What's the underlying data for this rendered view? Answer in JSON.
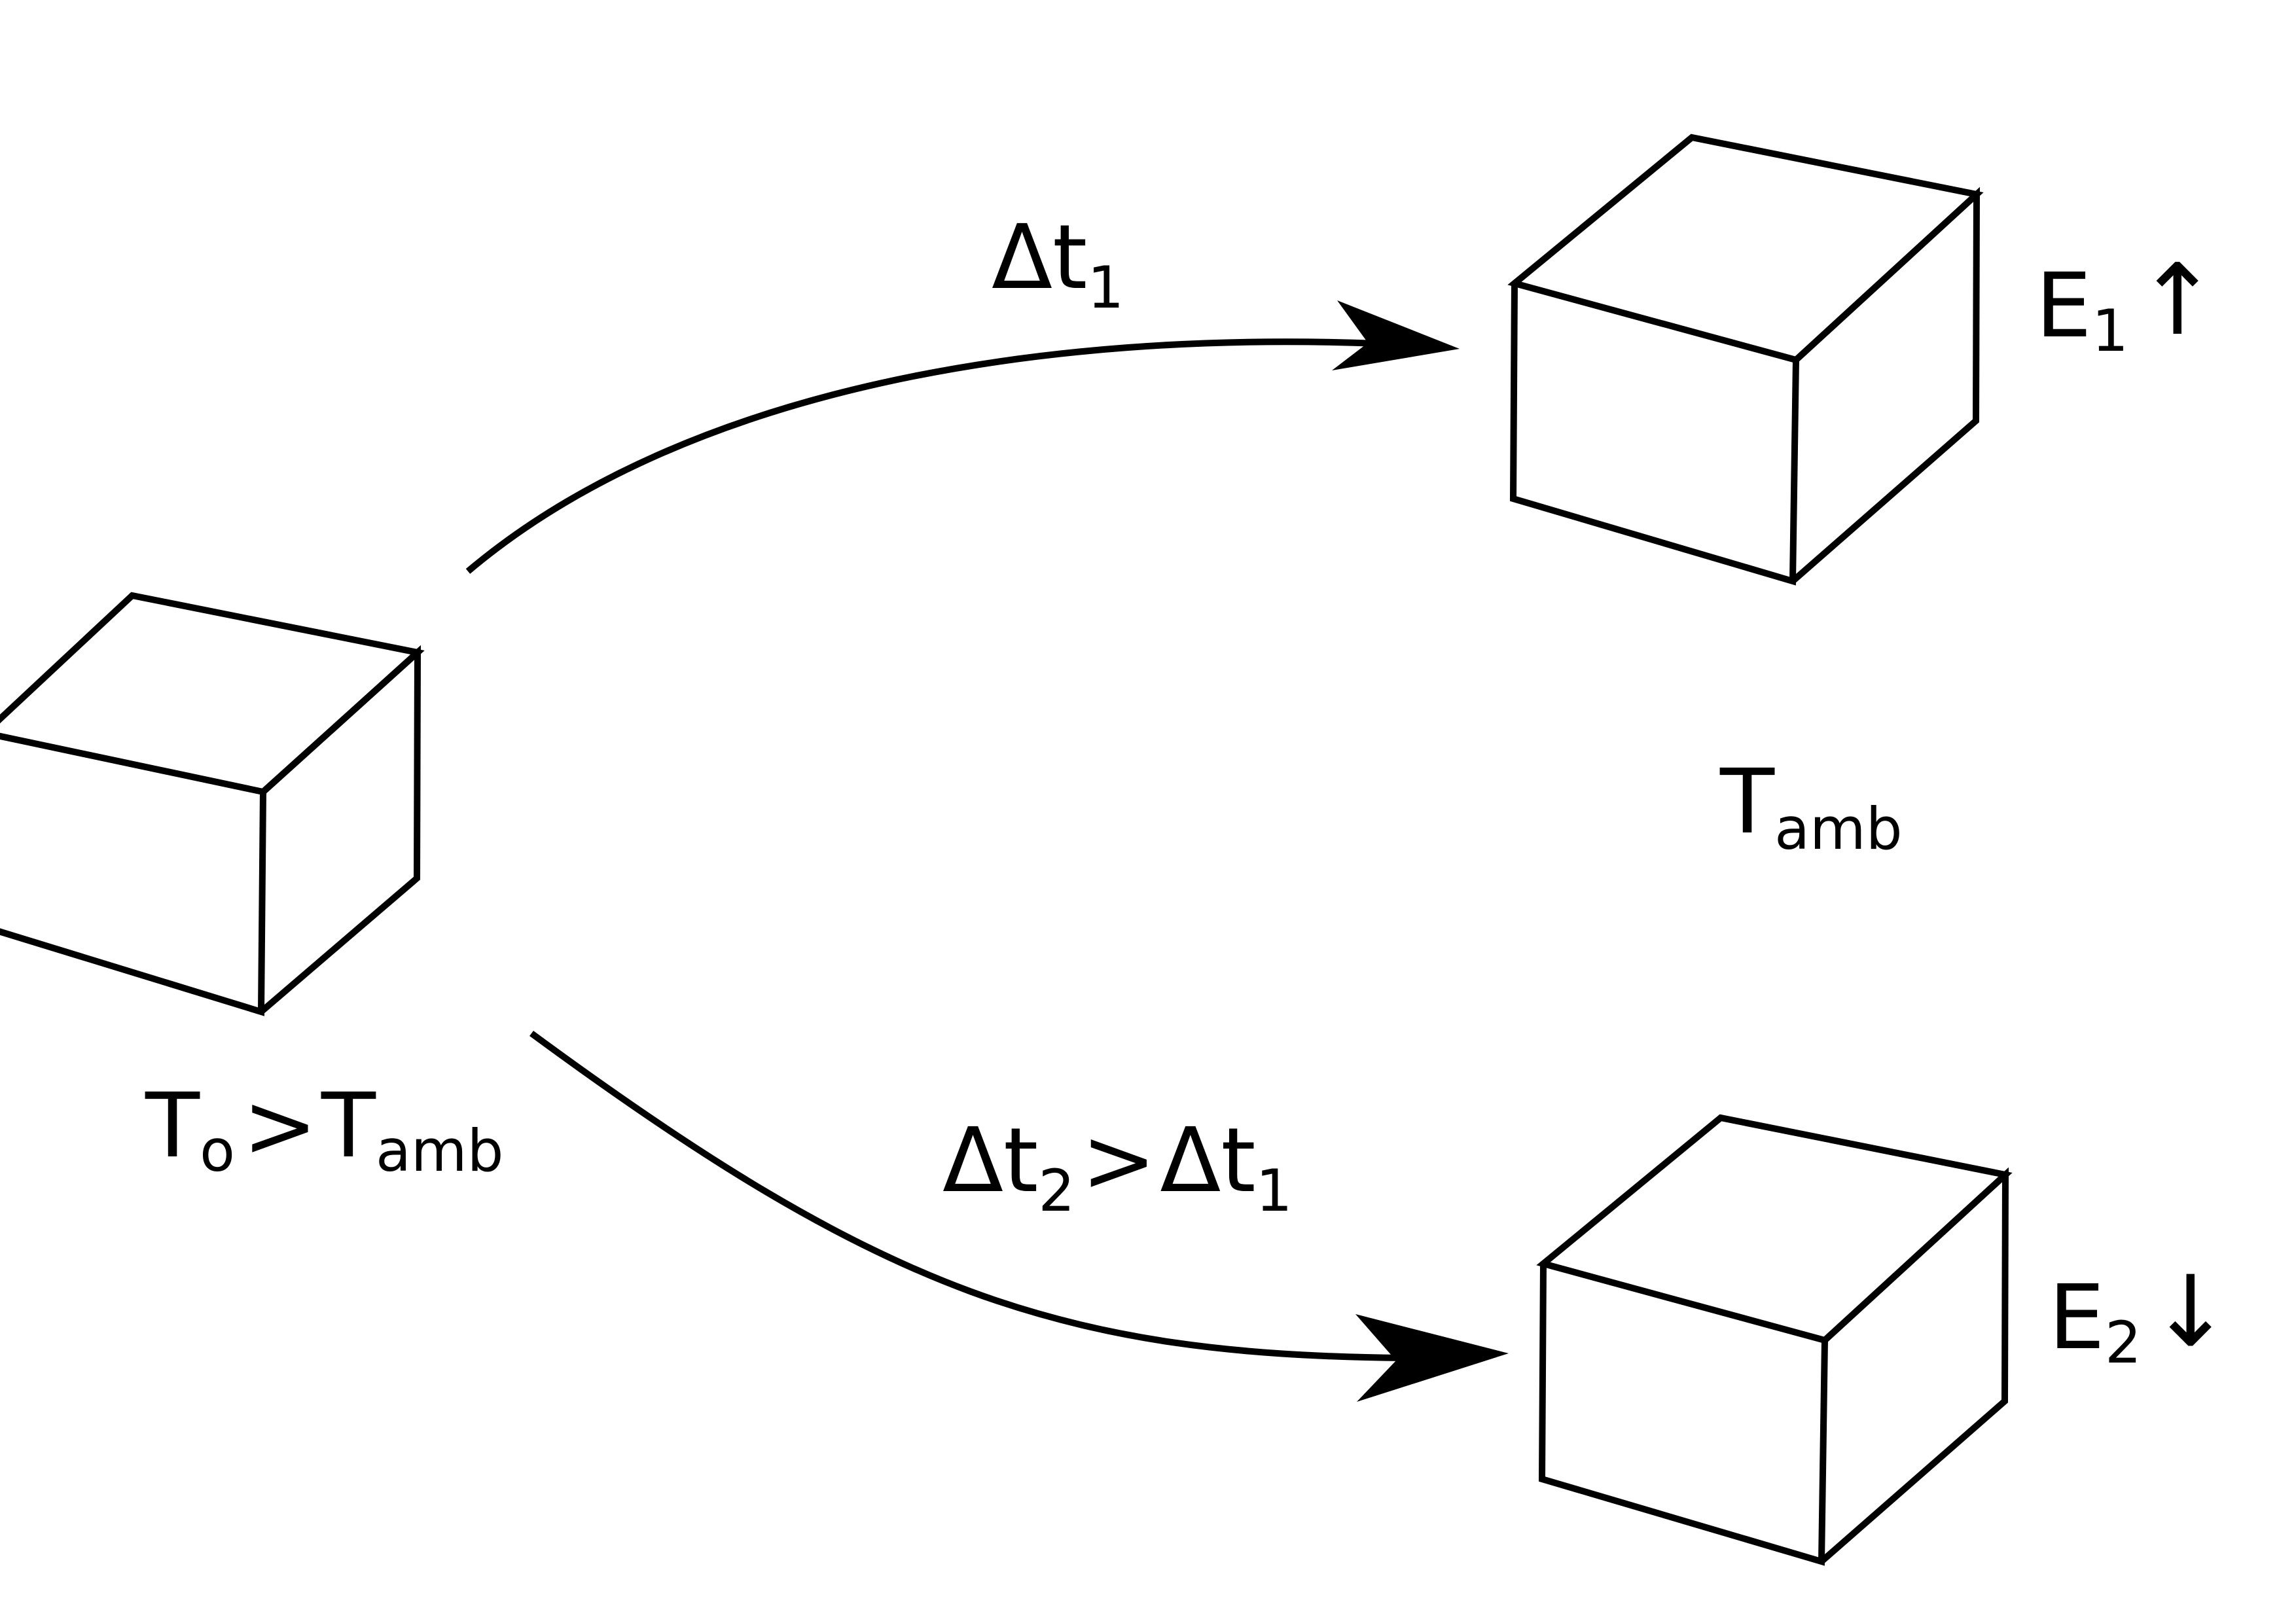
{
  "labels": {
    "start_condition": {
      "main": "T",
      "sub1": "o",
      "op": ">",
      "main2": "T",
      "sub2": "amb"
    },
    "ambient": {
      "main": "T",
      "sub": "amb"
    },
    "path1_time": {
      "main": "Δt",
      "sub": "1"
    },
    "path2_time": {
      "main": "Δt",
      "sub": "2",
      "op": ">",
      "main2": "Δt",
      "sub2": "1"
    },
    "energy1": {
      "main": "E",
      "sub": "1",
      "arrow": "↑"
    },
    "energy2": {
      "main": "E",
      "sub": "2",
      "arrow": "↓"
    }
  },
  "icons": {
    "up_arrow": "up-arrow-icon",
    "down_arrow": "down-arrow-icon"
  },
  "colors": {
    "stroke": "#000000",
    "background": "#ffffff"
  }
}
